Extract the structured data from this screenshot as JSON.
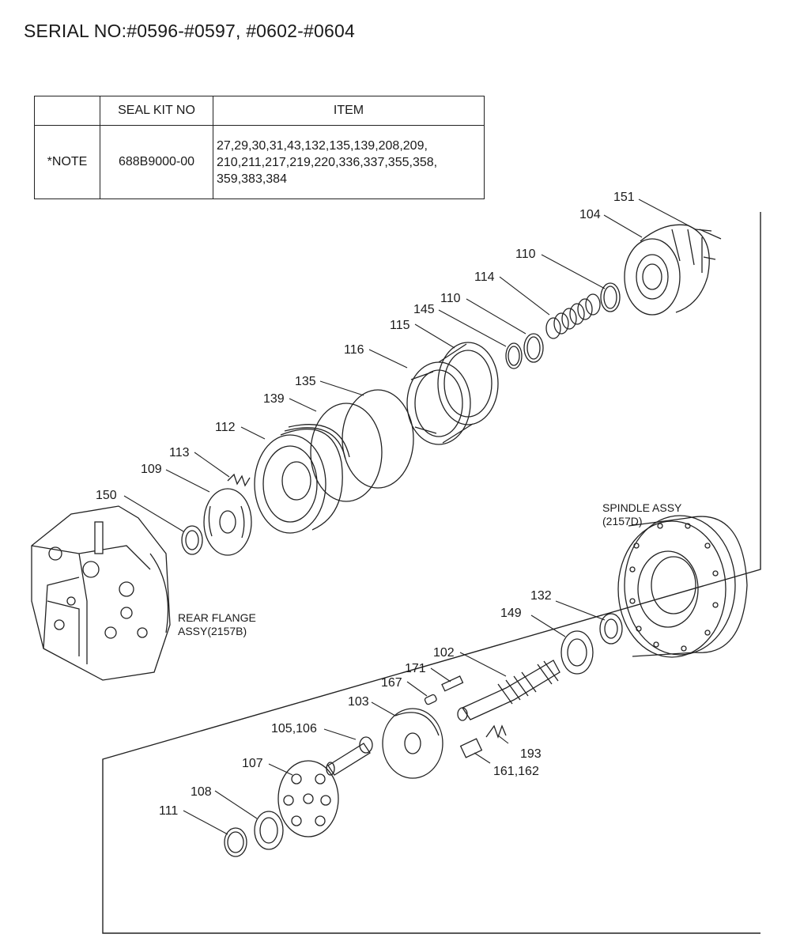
{
  "title": "SERIAL NO:#0596-#0597, #0602-#0604",
  "seal_table": {
    "headers": [
      "",
      "SEAL KIT NO",
      "ITEM"
    ],
    "note": "*NOTE",
    "kit_no": "688B9000-00",
    "items_line1": "27,29,30,31,43,132,135,139,208,209,",
    "items_line2": "210,211,217,219,220,336,337,355,358,",
    "items_line3": "359,383,384"
  },
  "assemblies": {
    "rear_flange_line1": "REAR FLANGE",
    "rear_flange_line2": "ASSY(2157B)",
    "spindle_line1": "SPINDLE ASSY",
    "spindle_line2": "(2157D)"
  },
  "part_numbers": {
    "p151": "151",
    "p104": "104",
    "p110a": "110",
    "p114": "114",
    "p110b": "110",
    "p145": "145",
    "p115": "115",
    "p116": "116",
    "p135": "135",
    "p139": "139",
    "p112": "112",
    "p113": "113",
    "p109": "109",
    "p150": "150",
    "p132": "132",
    "p149": "149",
    "p102": "102",
    "p171": "171",
    "p167": "167",
    "p103": "103",
    "p105_106": "105,106",
    "p107": "107",
    "p108": "108",
    "p111": "111",
    "p193": "193",
    "p161_162": "161,162"
  }
}
